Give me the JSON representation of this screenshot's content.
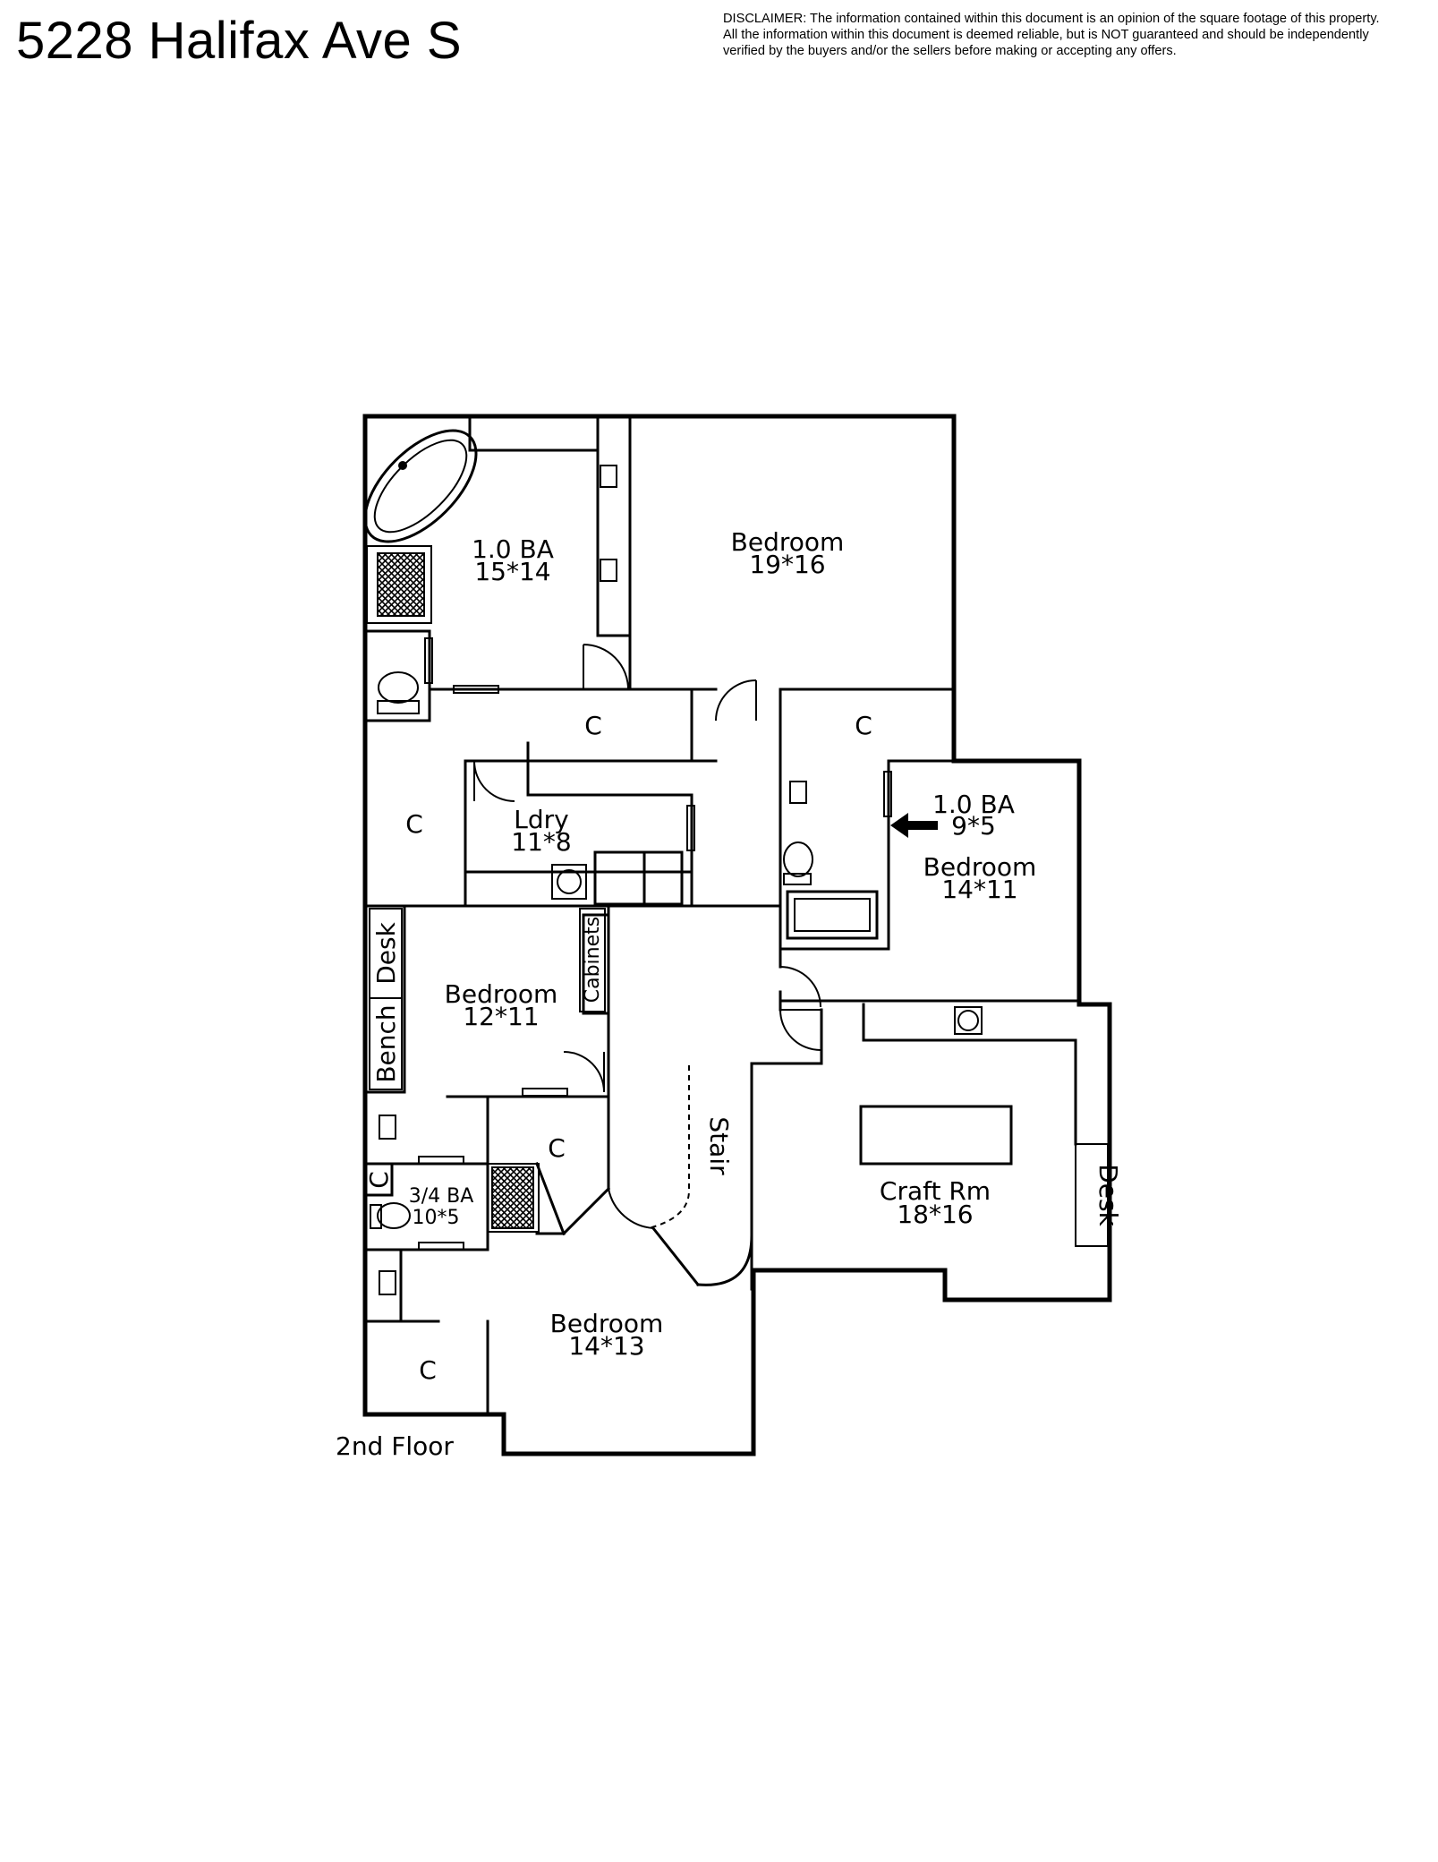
{
  "header": {
    "title": "5228 Halifax Ave S",
    "disclaimer_lines": [
      "DISCLAIMER: The information contained within this document is an opinion of the square footage of this property.",
      "All the information within this document is deemed reliable, but is NOT guaranteed and should be independently",
      "verified by the buyers and/or the sellers before making or accepting any offers."
    ]
  },
  "floor_label": "2nd Floor",
  "rooms": {
    "bath_main": {
      "name": "1.0 BA",
      "size": "15*14"
    },
    "bedroom_master": {
      "name": "Bedroom",
      "size": "19*16"
    },
    "closet_a": {
      "name": "C"
    },
    "closet_b": {
      "name": "C"
    },
    "closet_c": {
      "name": "C"
    },
    "laundry": {
      "name": "Ldry",
      "size": "11*8"
    },
    "bath_east": {
      "name": "1.0 BA",
      "size": "9*5"
    },
    "bedroom_east": {
      "name": "Bedroom",
      "size": "14*11"
    },
    "bedroom_west": {
      "name": "Bedroom",
      "size": "12*11"
    },
    "cabinets": {
      "name": "Cabinets"
    },
    "desk_west": {
      "name": "Desk"
    },
    "bench": {
      "name": "Bench"
    },
    "closet_d": {
      "name": "C"
    },
    "closet_e": {
      "name": "C"
    },
    "bath_three_quarter": {
      "name": "3/4 BA",
      "size": "10*5"
    },
    "stair": {
      "name": "Stair"
    },
    "craft_room": {
      "name": "Craft Rm",
      "size": "18*16"
    },
    "desk_east": {
      "name": "Desk"
    },
    "bedroom_south": {
      "name": "Bedroom",
      "size": "14*13"
    },
    "closet_f": {
      "name": "C"
    }
  }
}
